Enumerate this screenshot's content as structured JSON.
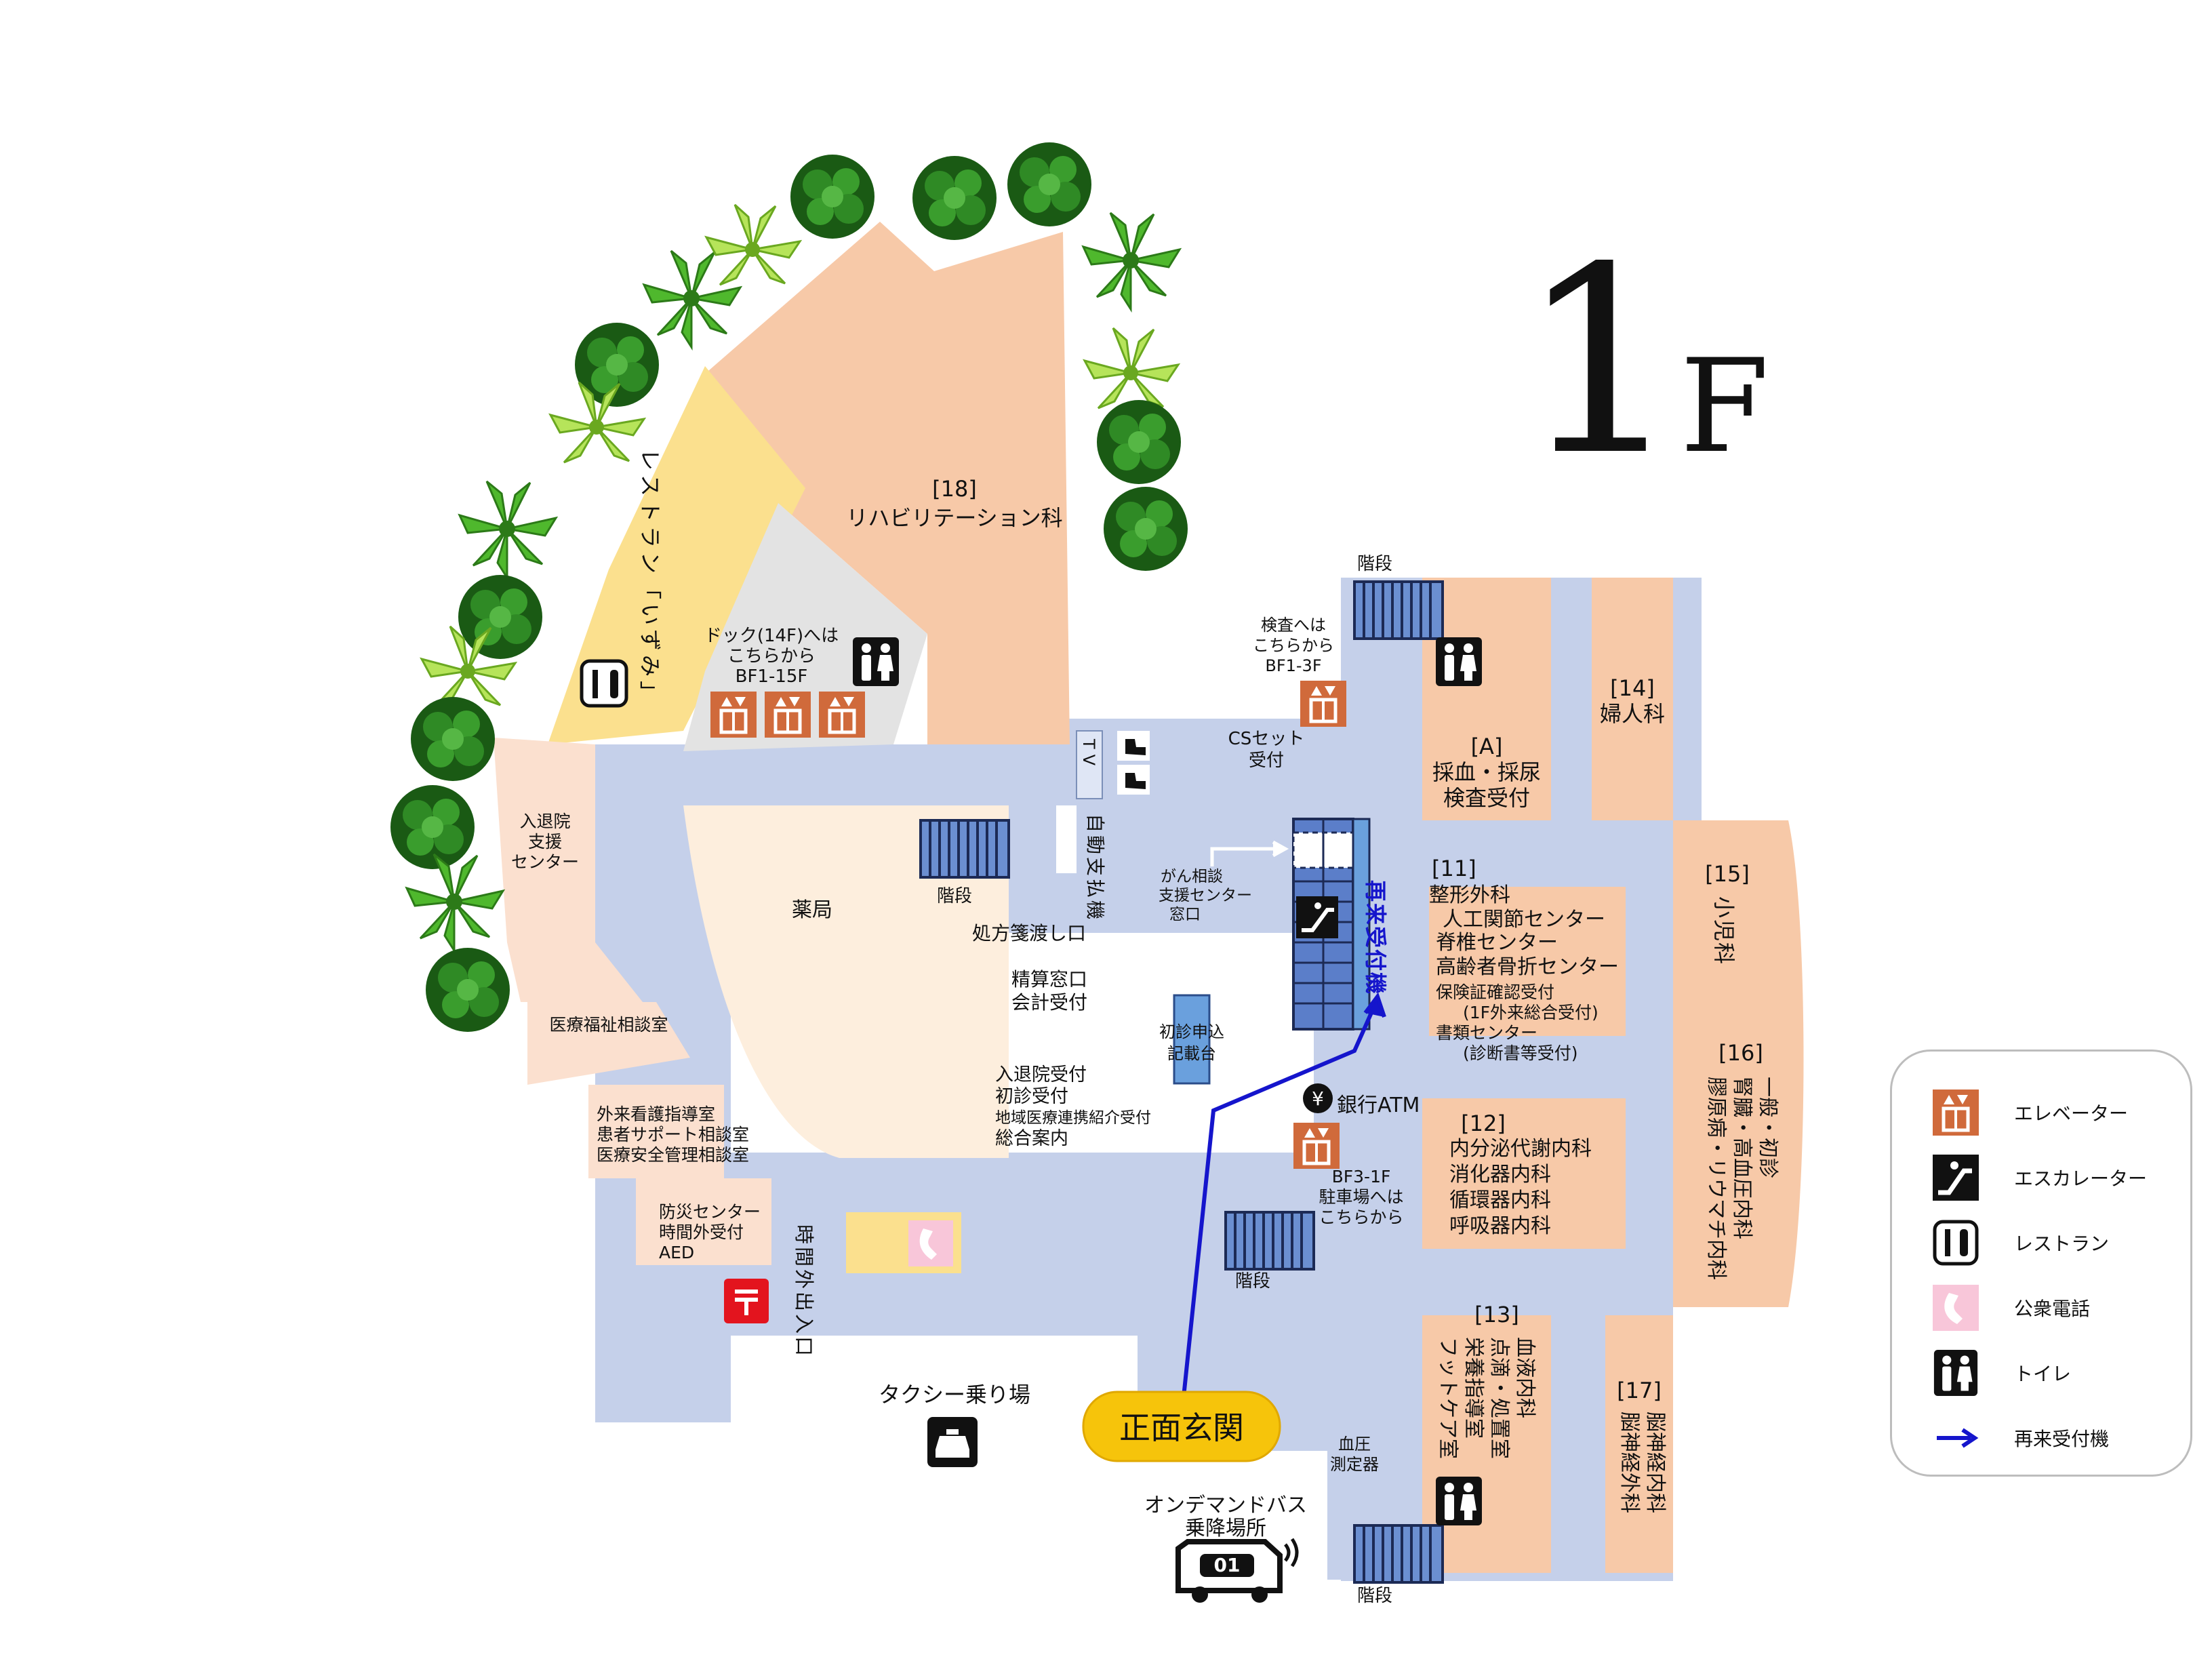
{
  "floor": {
    "number": "1",
    "unit": "F"
  },
  "rooms": {
    "restaurant": "レストラン「いずみ」",
    "rehab_num": "[18]",
    "rehab_name": "リハビリテーション科",
    "dock_line1": "ドック(14F)へは",
    "dock_line2": "こちらから",
    "dock_line3": "BF1-15F",
    "exam_line1": "検査へは",
    "exam_line2": "こちらから",
    "exam_line3": "BF1-3F",
    "stairs": "階段",
    "tv": "TV",
    "cs_line1": "CSセット",
    "cs_line2": "受付",
    "auto_pay": "自動支払機",
    "cancer_line1": "がん相談",
    "cancer_line2": "支援センター",
    "cancer_line3": "窓口",
    "first_desk_line1": "初診申込",
    "first_desk_line2": "記載台",
    "reentry_machine": "再来受付機",
    "pharmacy": "薬局",
    "prescription": "処方箋渡し口",
    "checkout_line1": "精算窓口",
    "checkout_line2": "会計受付",
    "admission_line1": "入退院受付",
    "admission_line2": "初診受付",
    "admission_line3": "地域医療連携紹介受付",
    "admission_line4": "総合案内",
    "discharge_line1": "入退院",
    "discharge_line2": "支援",
    "discharge_line3": "センター",
    "welfare": "医療福祉相談室",
    "nursing_line1": "外来看護指導室",
    "nursing_line2": "患者サポート相談室",
    "nursing_line3": "医療安全管理相談室",
    "disaster_line1": "防災センター",
    "disaster_line2": "時間外受付",
    "disaster_line3": "AED",
    "after_hours": "時間外出入口",
    "taxi": "タクシー乗り場",
    "main_entrance": "正面玄関",
    "bus_line1": "オンデマンドバス",
    "bus_line2": "乗降場所",
    "bus_number": "01",
    "atm": "銀行ATM",
    "parking_line1": "BF3-1F",
    "parking_line2": "駐車場へは",
    "parking_line3": "こちらから",
    "bp_line1": "血圧",
    "bp_line2": "測定器",
    "blood_num": "[A]",
    "blood_line1": "採血・採尿",
    "blood_line2": "検査受付",
    "gyn_num": "[14]",
    "gyn_name": "婦人科",
    "ortho_num": "[11]",
    "ortho_line1": "整形外科",
    "ortho_line2": "人工関節センター",
    "ortho_line3": "脊椎センター",
    "ortho_line4": "高齢者骨折センター",
    "ortho_line5": "保険証確認受付",
    "ortho_line6": "(1F外来総合受付)",
    "ortho_line7": "書類センター",
    "ortho_line8": "(診断書等受付)",
    "internal_num": "[12]",
    "internal_line1": "内分泌代謝内科",
    "internal_line2": "消化器内科",
    "internal_line3": "循環器内科",
    "internal_line4": "呼吸器内科",
    "ped_num": "[15]",
    "ped_name": "小児科",
    "general_num": "[16]",
    "general_col1": "一般・初診",
    "general_col2": "腎臓・高血圧内科",
    "general_col3": "膠原病・リウマチ内科",
    "hema_num": "[13]",
    "hema_col1": "血液内科",
    "hema_col2": "点滴・処置室",
    "hema_col3": "栄養指導室",
    "hema_col4": "フットケア室",
    "neuro_num": "[17]",
    "neuro_col1": "脳神経内科",
    "neuro_col2": "脳神経外科"
  },
  "legend": [
    {
      "icon": "elevator-icon",
      "label": "エレベーター"
    },
    {
      "icon": "escalator-icon",
      "label": "エスカレーター"
    },
    {
      "icon": "restaurant-icon",
      "label": "レストラン"
    },
    {
      "icon": "phone-icon",
      "label": "公衆電話"
    },
    {
      "icon": "toilet-icon",
      "label": "トイレ"
    },
    {
      "icon": "arrow-icon",
      "label": "再来受付機"
    }
  ],
  "colors": {
    "corridor": "#c5d0ea",
    "department": "#f7c9a8",
    "restaurant_area": "#fbe08e",
    "pharmacy_area": "#fdeedd",
    "service_area": "#fbe0cf",
    "elevator_hall": "#e3e3e3",
    "elevator": "#d06a3b",
    "route_arrow": "#1515cc",
    "entrance_badge": "#f6c40b"
  }
}
